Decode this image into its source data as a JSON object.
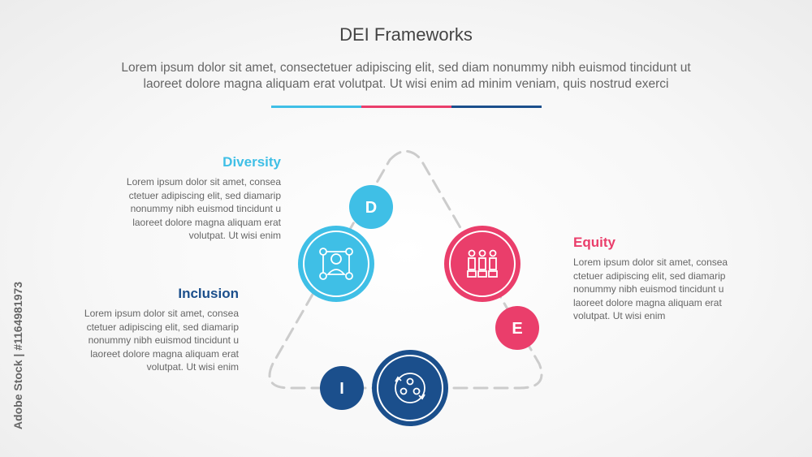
{
  "header": {
    "title": "DEI Frameworks",
    "subtitle_line1": "Lorem ipsum dolor sit amet, consectetuer adipiscing elit, sed diam nonummy nibh euismod tincidunt ut",
    "subtitle_line2": "laoreet dolore magna aliquam erat volutpat. Ut wisi enim ad minim veniam, quis nostrud exerci"
  },
  "colors": {
    "diversity": "#3fbfe6",
    "equity": "#ea3e6b",
    "inclusion": "#1b4f8c",
    "dashed_triangle": "#cccccc"
  },
  "sections": {
    "diversity": {
      "heading": "Diversity",
      "letter": "D",
      "icon": "people-network-icon",
      "lines": [
        "Lorem ipsum dolor sit amet, consea",
        "ctetuer adipiscing elit, sed diamarip",
        "nonummy nibh euismod tincidunt u",
        "laoreet dolore magna aliquam erat",
        "volutpat. Ut wisi enim"
      ]
    },
    "inclusion": {
      "heading": "Inclusion",
      "letter": "I",
      "icon": "group-cycle-icon",
      "lines": [
        "Lorem ipsum dolor sit amet, consea",
        "ctetuer adipiscing elit, sed diamarip",
        "nonummy nibh euismod tincidunt u",
        "laoreet dolore magna aliquam erat",
        "volutpat. Ut wisi enim"
      ]
    },
    "equity": {
      "heading": "Equity",
      "letter": "E",
      "icon": "people-podium-icon",
      "lines": [
        "Lorem ipsum dolor sit amet, consea",
        "ctetuer adipiscing elit, sed diamarip",
        "nonummy nibh euismod tincidunt u",
        "laoreet dolore magna aliquam erat",
        "volutpat. Ut wisi enim"
      ]
    }
  },
  "watermark": "Adobe Stock | #1164981973"
}
